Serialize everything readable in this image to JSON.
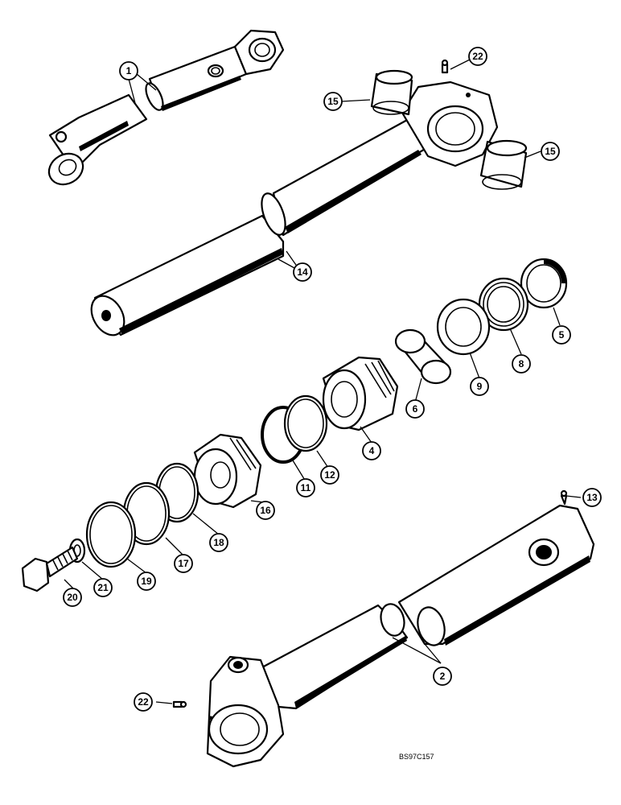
{
  "callouts": {
    "c1": "1",
    "c2": "2",
    "c4": "4",
    "c5": "5",
    "c6": "6",
    "c8": "8",
    "c9": "9",
    "c11": "11",
    "c12": "12",
    "c13": "13",
    "c14": "14",
    "c15a": "15",
    "c15b": "15",
    "c16": "16",
    "c17": "17",
    "c18": "18",
    "c19": "19",
    "c20": "20",
    "c21": "21",
    "c22a": "22",
    "c22b": "22"
  },
  "drawing_code": "BS97C157"
}
